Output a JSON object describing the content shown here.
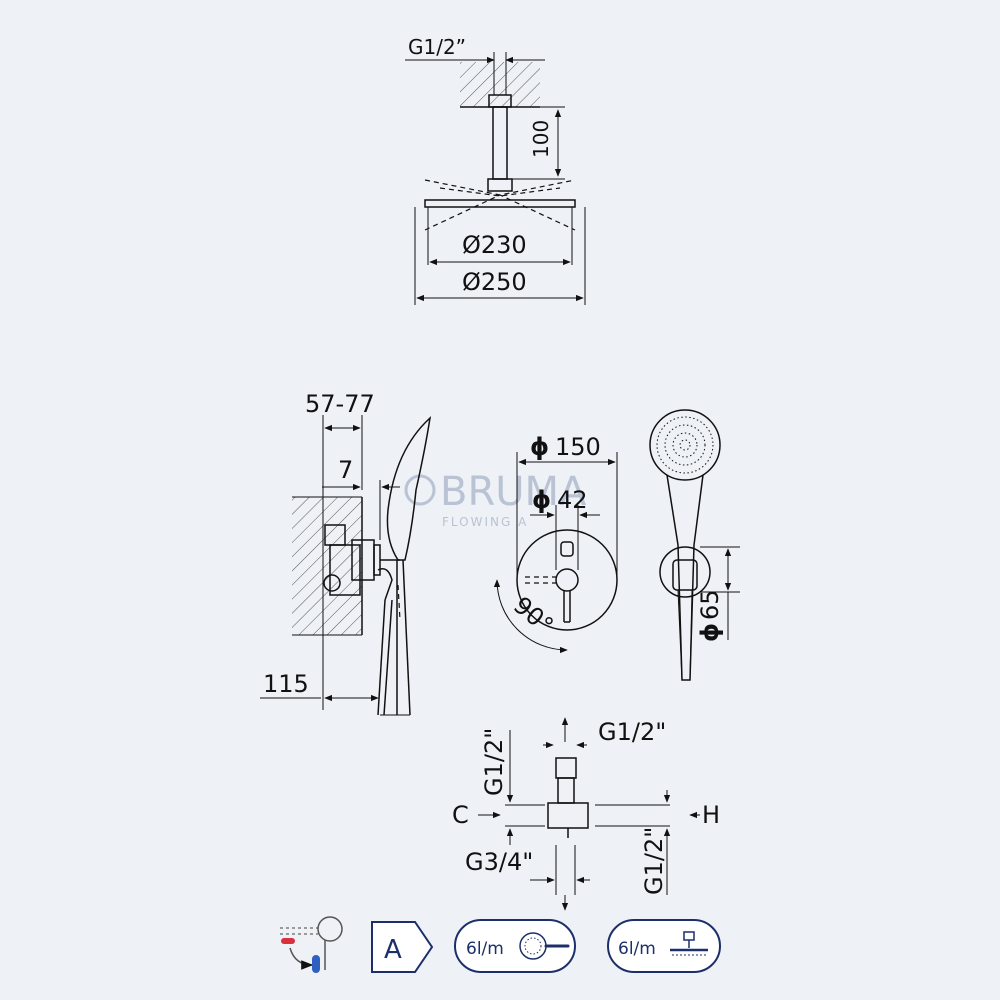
{
  "ceiling_shower": {
    "thread": "G1/2”",
    "arm_length": "100",
    "diameter_inner": "Ø230",
    "diameter_outer": "Ø250"
  },
  "side_view": {
    "depth_range": "57-77",
    "plate_thickness": "7",
    "projection": "115"
  },
  "front_view": {
    "plate_diameter": "150",
    "handle_diameter": "42",
    "rotation": "90°"
  },
  "hand_shower": {
    "holder_diameter": "65"
  },
  "valve_body": {
    "top_thread": "G1/2\"",
    "top_vertical": "G1/2\"",
    "cold": "C",
    "hot": "H",
    "inlet": "G3/4\"",
    "bottom_right": "G1/2\""
  },
  "watermark": {
    "brand": "BRUMA",
    "tagline": "FLOWING A"
  },
  "badges": {
    "energy_class": "A",
    "hand_flow": "6l/m",
    "head_flow": "6l/m"
  },
  "colors": {
    "background": "#eef1f6",
    "badge_outline": "#1c2f6b",
    "hot_indicator": "#d9303f",
    "cold_indicator": "#2f5fc0"
  }
}
